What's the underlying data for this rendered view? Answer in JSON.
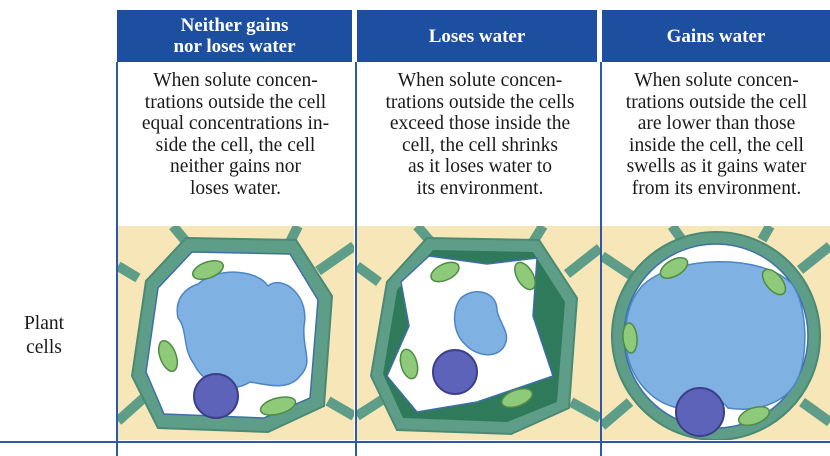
{
  "columns": [
    {
      "header": [
        "Neither gains",
        "nor loses water"
      ],
      "description": [
        "When solute concen-",
        "trations outside the cell",
        "equal concentrations in-",
        "side the cell, the cell",
        "neither gains nor",
        "loses water."
      ]
    },
    {
      "header": [
        "Loses water"
      ],
      "description": [
        "When solute concen-",
        "trations outside the cells",
        "exceed those inside the",
        "cell, the cell shrinks",
        "as it loses water to",
        "its environment."
      ]
    },
    {
      "header": [
        "Gains water"
      ],
      "description": [
        "When solute concen-",
        "trations outside the cell",
        "are lower than those",
        "inside the cell, the cell",
        "swells as it gains water",
        "from its environment."
      ]
    }
  ],
  "row_label": [
    "Plant",
    "cells"
  ],
  "colors": {
    "header_blue": "#1d4fa0",
    "background_cream": "#f7e6b8",
    "cell_wall_teal": "#5e9e88",
    "cytoplasm_white": "#ffffff",
    "vacuole_blue": "#7fb1e2",
    "nucleus_purple": "#5d63b8",
    "chloroplast_green": "#5fa65a"
  }
}
